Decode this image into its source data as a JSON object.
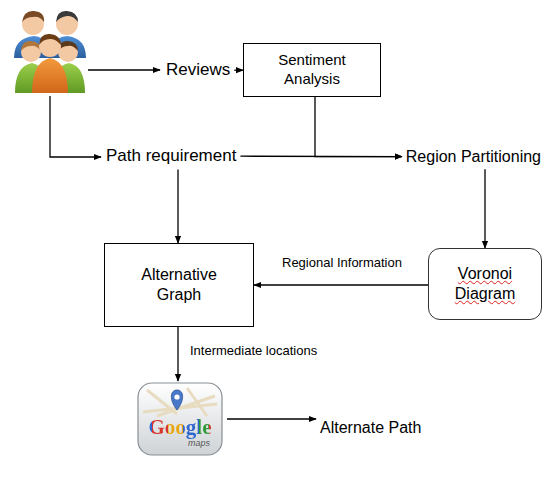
{
  "diagram": {
    "nodes": [
      {
        "text": [
          "Reviews"
        ]
      },
      {
        "text": [
          "Sentiment Analysis"
        ]
      },
      {
        "text": [
          "Path requirement"
        ]
      },
      {
        "text": [
          "Region Partitioning"
        ]
      },
      {
        "text": [
          "Alternative Graph"
        ]
      },
      {
        "text": [
          "Voronoi Diagram"
        ]
      },
      {
        "text": [
          "Google",
          "maps"
        ]
      },
      {
        "text": [
          "Alternate Path"
        ]
      }
    ],
    "edges": [
      {
        "from": 0,
        "to": 1,
        "arrow": "to"
      },
      {
        "from": 1,
        "to": 3,
        "arrow": "to"
      },
      {
        "from": 2,
        "to": 3,
        "arrow": "to"
      },
      {
        "from": 2,
        "to": 4,
        "arrow": "to"
      },
      {
        "from": 3,
        "to": 5,
        "arrow": "to"
      },
      {
        "from": 5,
        "to": 4,
        "label": "Regional Information",
        "arrow": "to"
      },
      {
        "from": 4,
        "to": 6,
        "label": "Intermediate locations",
        "arrow": "to"
      },
      {
        "from": 6,
        "to": 7,
        "arrow": "to"
      }
    ]
  }
}
